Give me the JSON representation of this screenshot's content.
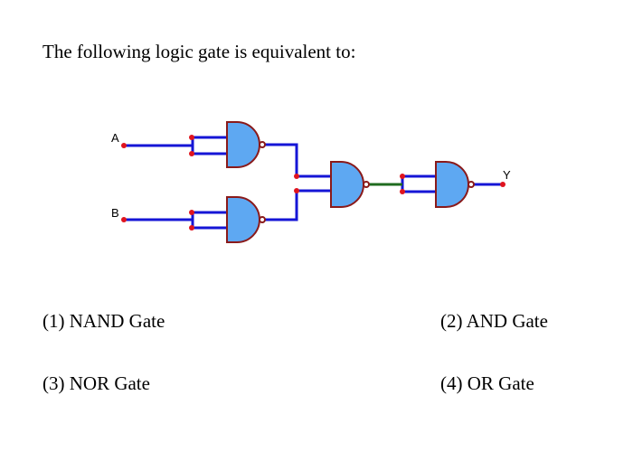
{
  "question": "The following logic gate is equivalent to:",
  "circuit": {
    "input_a": "A",
    "input_b": "B",
    "output": "Y",
    "gates": [
      "nand",
      "nand",
      "nand",
      "nand"
    ],
    "colors": {
      "wire": "#1515d6",
      "wire_link": "#1f6b1f",
      "gate_fill": "#5ea8f2",
      "gate_stroke": "#8a1a1a",
      "pin": "#e0141e"
    }
  },
  "options": [
    {
      "label": "(1) NAND Gate"
    },
    {
      "label": "(2) AND Gate"
    },
    {
      "label": "(3) NOR Gate"
    },
    {
      "label": "(4) OR Gate"
    }
  ]
}
